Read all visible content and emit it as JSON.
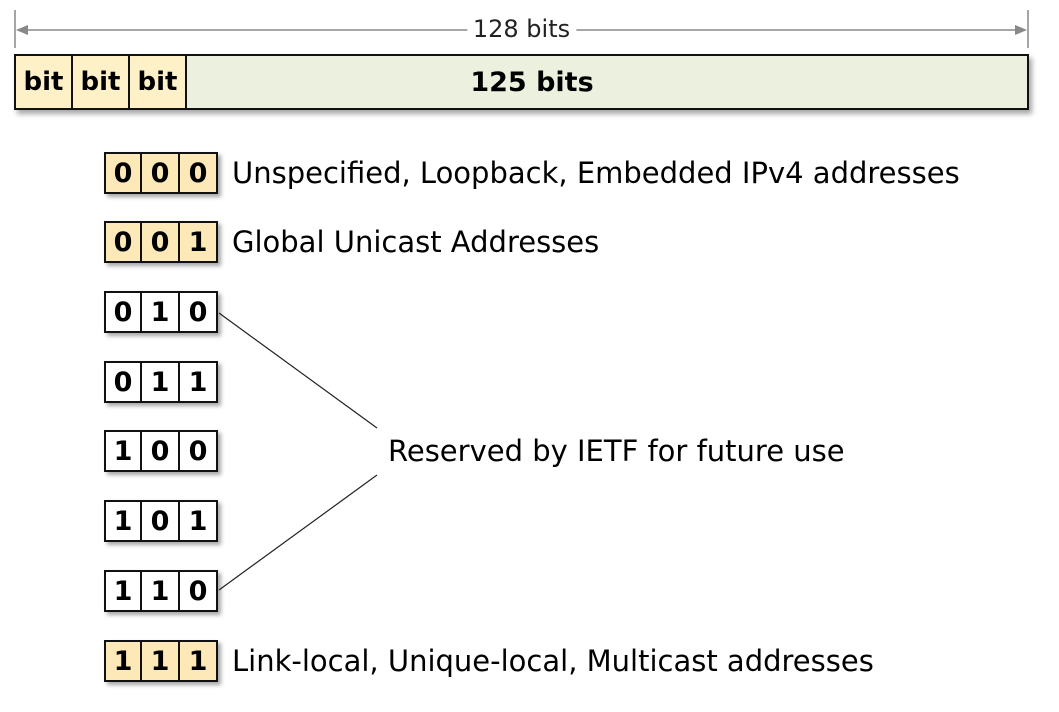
{
  "header": {
    "total_label": "128 bits",
    "bit_labels": [
      "bit",
      "bit",
      "bit"
    ],
    "rest_label": "125 bits"
  },
  "rows": [
    {
      "bits": [
        "0",
        "0",
        "0"
      ],
      "highlight": true,
      "desc": "Unspecified, Loopback, Embedded IPv4 addresses"
    },
    {
      "bits": [
        "0",
        "0",
        "1"
      ],
      "highlight": true,
      "desc": "Global Unicast Addresses"
    },
    {
      "bits": [
        "0",
        "1",
        "0"
      ],
      "highlight": false,
      "desc": ""
    },
    {
      "bits": [
        "0",
        "1",
        "1"
      ],
      "highlight": false,
      "desc": ""
    },
    {
      "bits": [
        "1",
        "0",
        "0"
      ],
      "highlight": false,
      "desc": ""
    },
    {
      "bits": [
        "1",
        "0",
        "1"
      ],
      "highlight": false,
      "desc": ""
    },
    {
      "bits": [
        "1",
        "1",
        "0"
      ],
      "highlight": false,
      "desc": ""
    },
    {
      "bits": [
        "1",
        "1",
        "1"
      ],
      "highlight": true,
      "desc": "Link-local, Unique-local, Multicast addresses"
    }
  ],
  "reserved": {
    "label": "Reserved by IETF for future use"
  },
  "colors": {
    "bit_fill": "#fef1c8",
    "rest_fill": "#ebf1de",
    "highlight_fill": "#fde9b8"
  }
}
